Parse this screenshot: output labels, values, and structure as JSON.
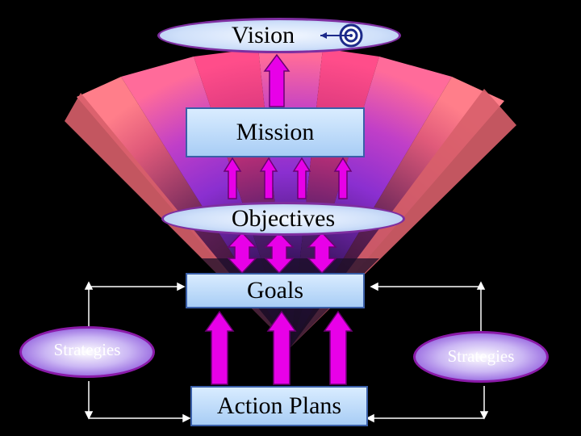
{
  "nodes": {
    "vision": "Vision",
    "mission": "Mission",
    "objectives": "Objectives",
    "goals": "Goals",
    "strategies_left": "Strategies",
    "strategies_right": "Strategies",
    "action_plans": "Action Plans"
  },
  "colors": {
    "arrow_fill": "#e800e8",
    "arrow_stroke": "#6a0072",
    "box_border": "#3a5fa8",
    "oval_border": "#7e2ea0",
    "connector": "#ffffff"
  }
}
